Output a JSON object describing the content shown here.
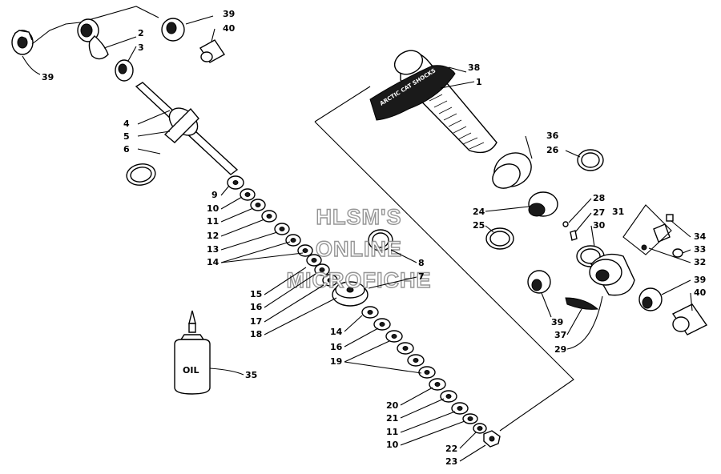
{
  "watermark": {
    "line1": "HLSM'S",
    "line2": "ONLINE",
    "line3": "MICROFICHE"
  },
  "oil_bottle_label": "OIL",
  "decal_text": "ARCTIC CAT SHOCKS",
  "callouts": [
    "39",
    "2",
    "3",
    "39",
    "40",
    "4",
    "5",
    "6",
    "9",
    "10",
    "11",
    "12",
    "13",
    "14",
    "15",
    "16",
    "17",
    "18",
    "8",
    "7",
    "14",
    "16",
    "19",
    "20",
    "21",
    "11",
    "10",
    "22",
    "23",
    "35",
    "38",
    "1",
    "36",
    "26",
    "24",
    "25",
    "28",
    "27",
    "30",
    "31",
    "34",
    "33",
    "32",
    "39",
    "40",
    "39",
    "37",
    "29"
  ]
}
